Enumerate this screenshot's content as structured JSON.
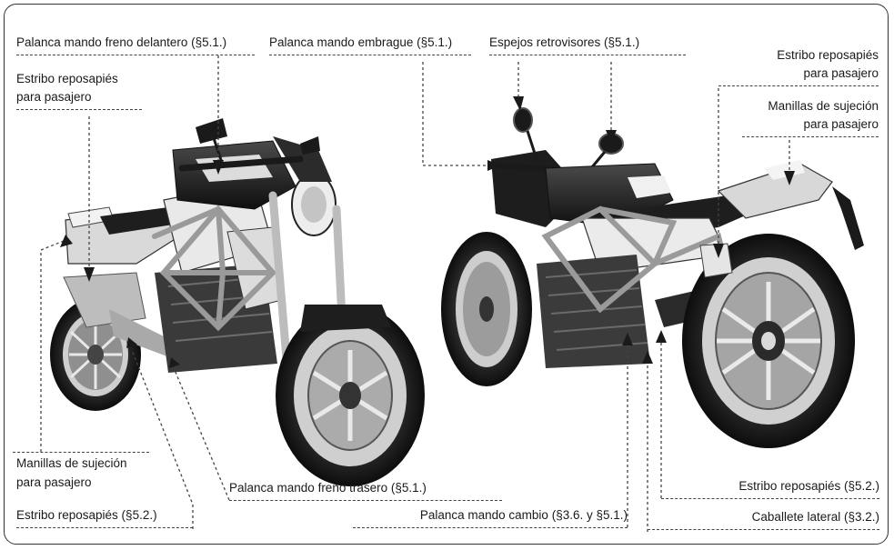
{
  "labels": {
    "front_brake_lever": "Palanca mando freno delantero (§5.1.)",
    "clutch_lever": "Palanca mando embrague (§5.1.)",
    "mirrors": "Espejos retrovisores (§5.1.)",
    "passenger_footrest_left_1": "Estribo reposapiés",
    "passenger_footrest_left_2": "para pasajero",
    "passenger_footrest_right_1": "Estribo reposapiés",
    "passenger_footrest_right_2": "para pasajero",
    "passenger_grab_right_1": "Manillas de sujeción",
    "passenger_grab_right_2": "para pasajero",
    "passenger_grab_left_1": "Manillas de sujeción",
    "passenger_grab_left_2": "para pasajero",
    "rear_brake_lever": "Palanca mando freno trasero (§5.1.)",
    "footrest_left": "Estribo reposapiés (§5.2.)",
    "gear_lever": "Palanca mando cambio (§3.6. y §5.1.)",
    "footrest_right": "Estribo reposapiés (§5.2.)",
    "side_stand": "Caballete lateral (§3.2.)"
  },
  "colors": {
    "line": "#444444",
    "body": "#1c1c1c",
    "white_panel": "#e6e6e6",
    "frame_tube": "#9a9a9a"
  }
}
